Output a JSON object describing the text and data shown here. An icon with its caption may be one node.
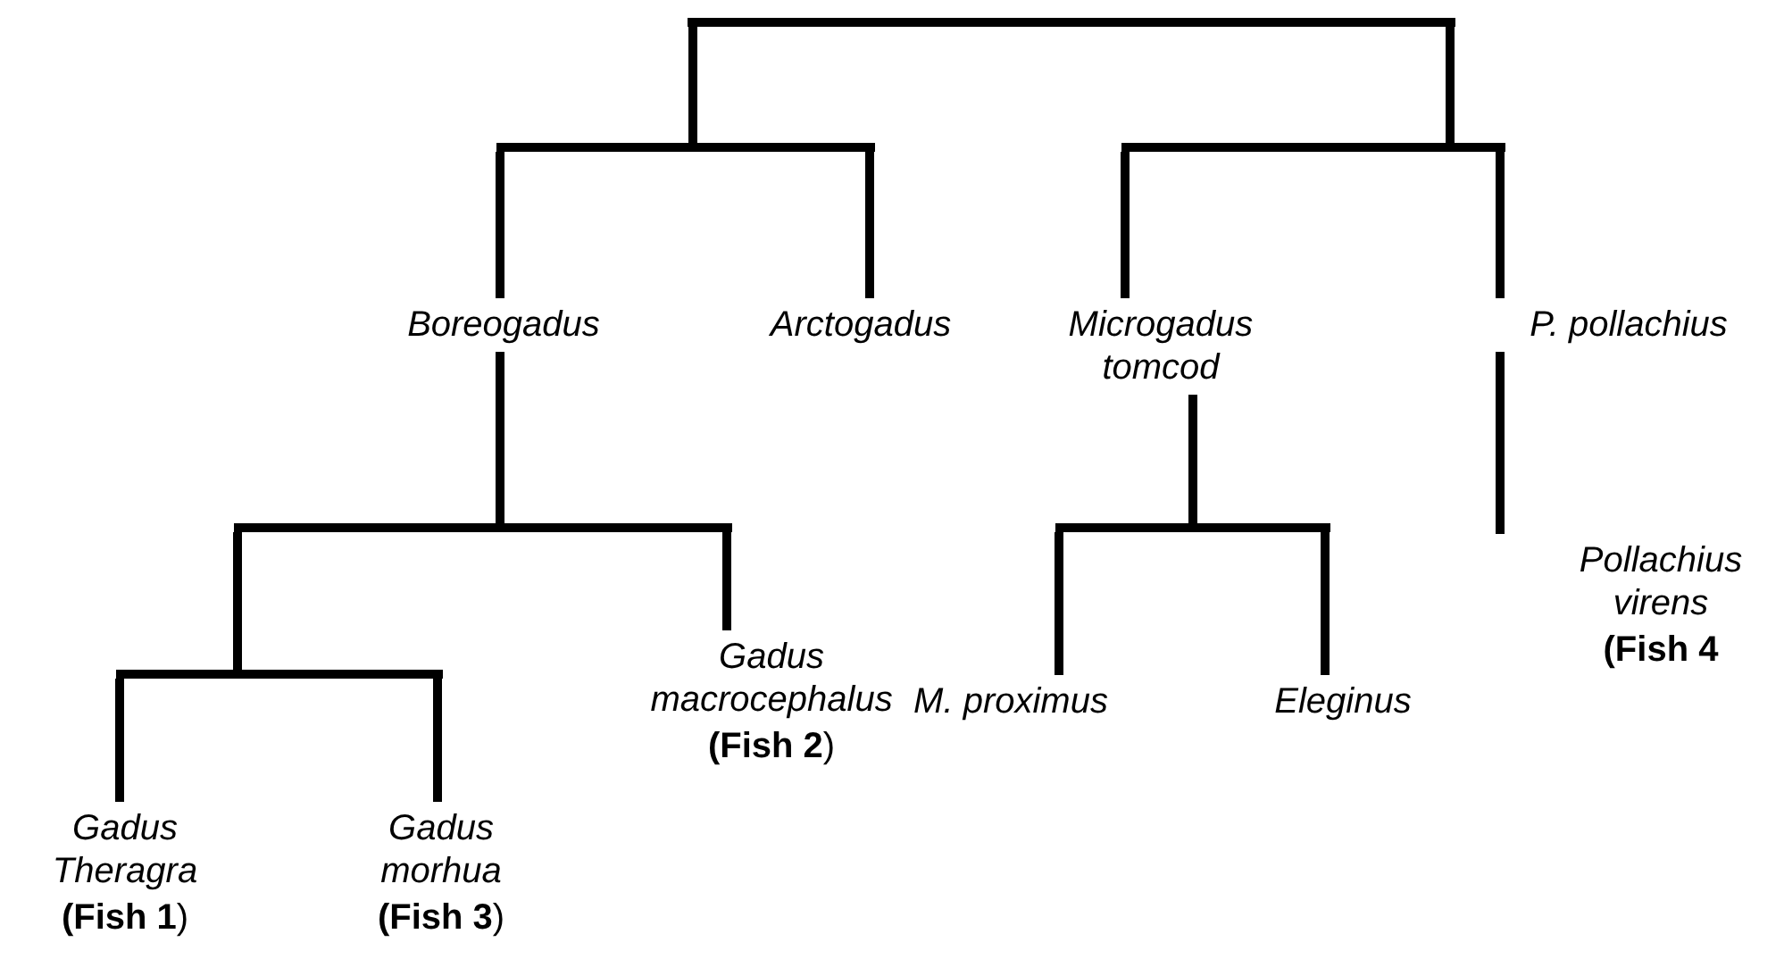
{
  "diagram": {
    "nodes": [
      {
        "text": [],
        "shape": "bar"
      },
      {
        "text": [],
        "shape": "bar"
      },
      {
        "text": [],
        "shape": "bar"
      },
      {
        "text": [
          "Boreogadus"
        ]
      },
      {
        "text": [
          "Arctogadus"
        ]
      },
      {
        "text": [
          "Microgadus tomcod"
        ]
      },
      {
        "text": [
          "P. pollachius"
        ]
      },
      {
        "text": [],
        "shape": "bar"
      },
      {
        "text": [],
        "shape": "bar"
      },
      {
        "text": [
          "Pollachius virens",
          "**(Fish 4**"
        ]
      },
      {
        "text": [],
        "shape": "bar"
      },
      {
        "text": [
          "Gadus macrocephalus",
          "**(Fish 2**)"
        ]
      },
      {
        "text": [
          "M. proximus"
        ]
      },
      {
        "text": [
          "Eleginus"
        ]
      },
      {
        "text": [
          "Gadus Theragra",
          "**(Fish 1**)"
        ]
      },
      {
        "text": [
          "Gadus morhua",
          "**(Fish 3**)"
        ]
      }
    ],
    "edges": [
      {
        "from": 0,
        "to": 1,
        "arrow": "none"
      },
      {
        "from": 0,
        "to": 2,
        "arrow": "none"
      },
      {
        "from": 1,
        "to": 3,
        "arrow": "none"
      },
      {
        "from": 1,
        "to": 4,
        "arrow": "none"
      },
      {
        "from": 2,
        "to": 5,
        "arrow": "none"
      },
      {
        "from": 2,
        "to": 6,
        "arrow": "none"
      },
      {
        "from": 3,
        "to": 7,
        "arrow": "none"
      },
      {
        "from": 5,
        "to": 8,
        "arrow": "none"
      },
      {
        "from": 6,
        "to": 9,
        "arrow": "none"
      },
      {
        "from": 7,
        "to": 10,
        "arrow": "none"
      },
      {
        "from": 7,
        "to": 11,
        "arrow": "none"
      },
      {
        "from": 8,
        "to": 12,
        "arrow": "none"
      },
      {
        "from": 8,
        "to": 13,
        "arrow": "none"
      },
      {
        "from": 10,
        "to": 14,
        "arrow": "none"
      },
      {
        "from": 10,
        "to": 15,
        "arrow": "none"
      }
    ]
  }
}
